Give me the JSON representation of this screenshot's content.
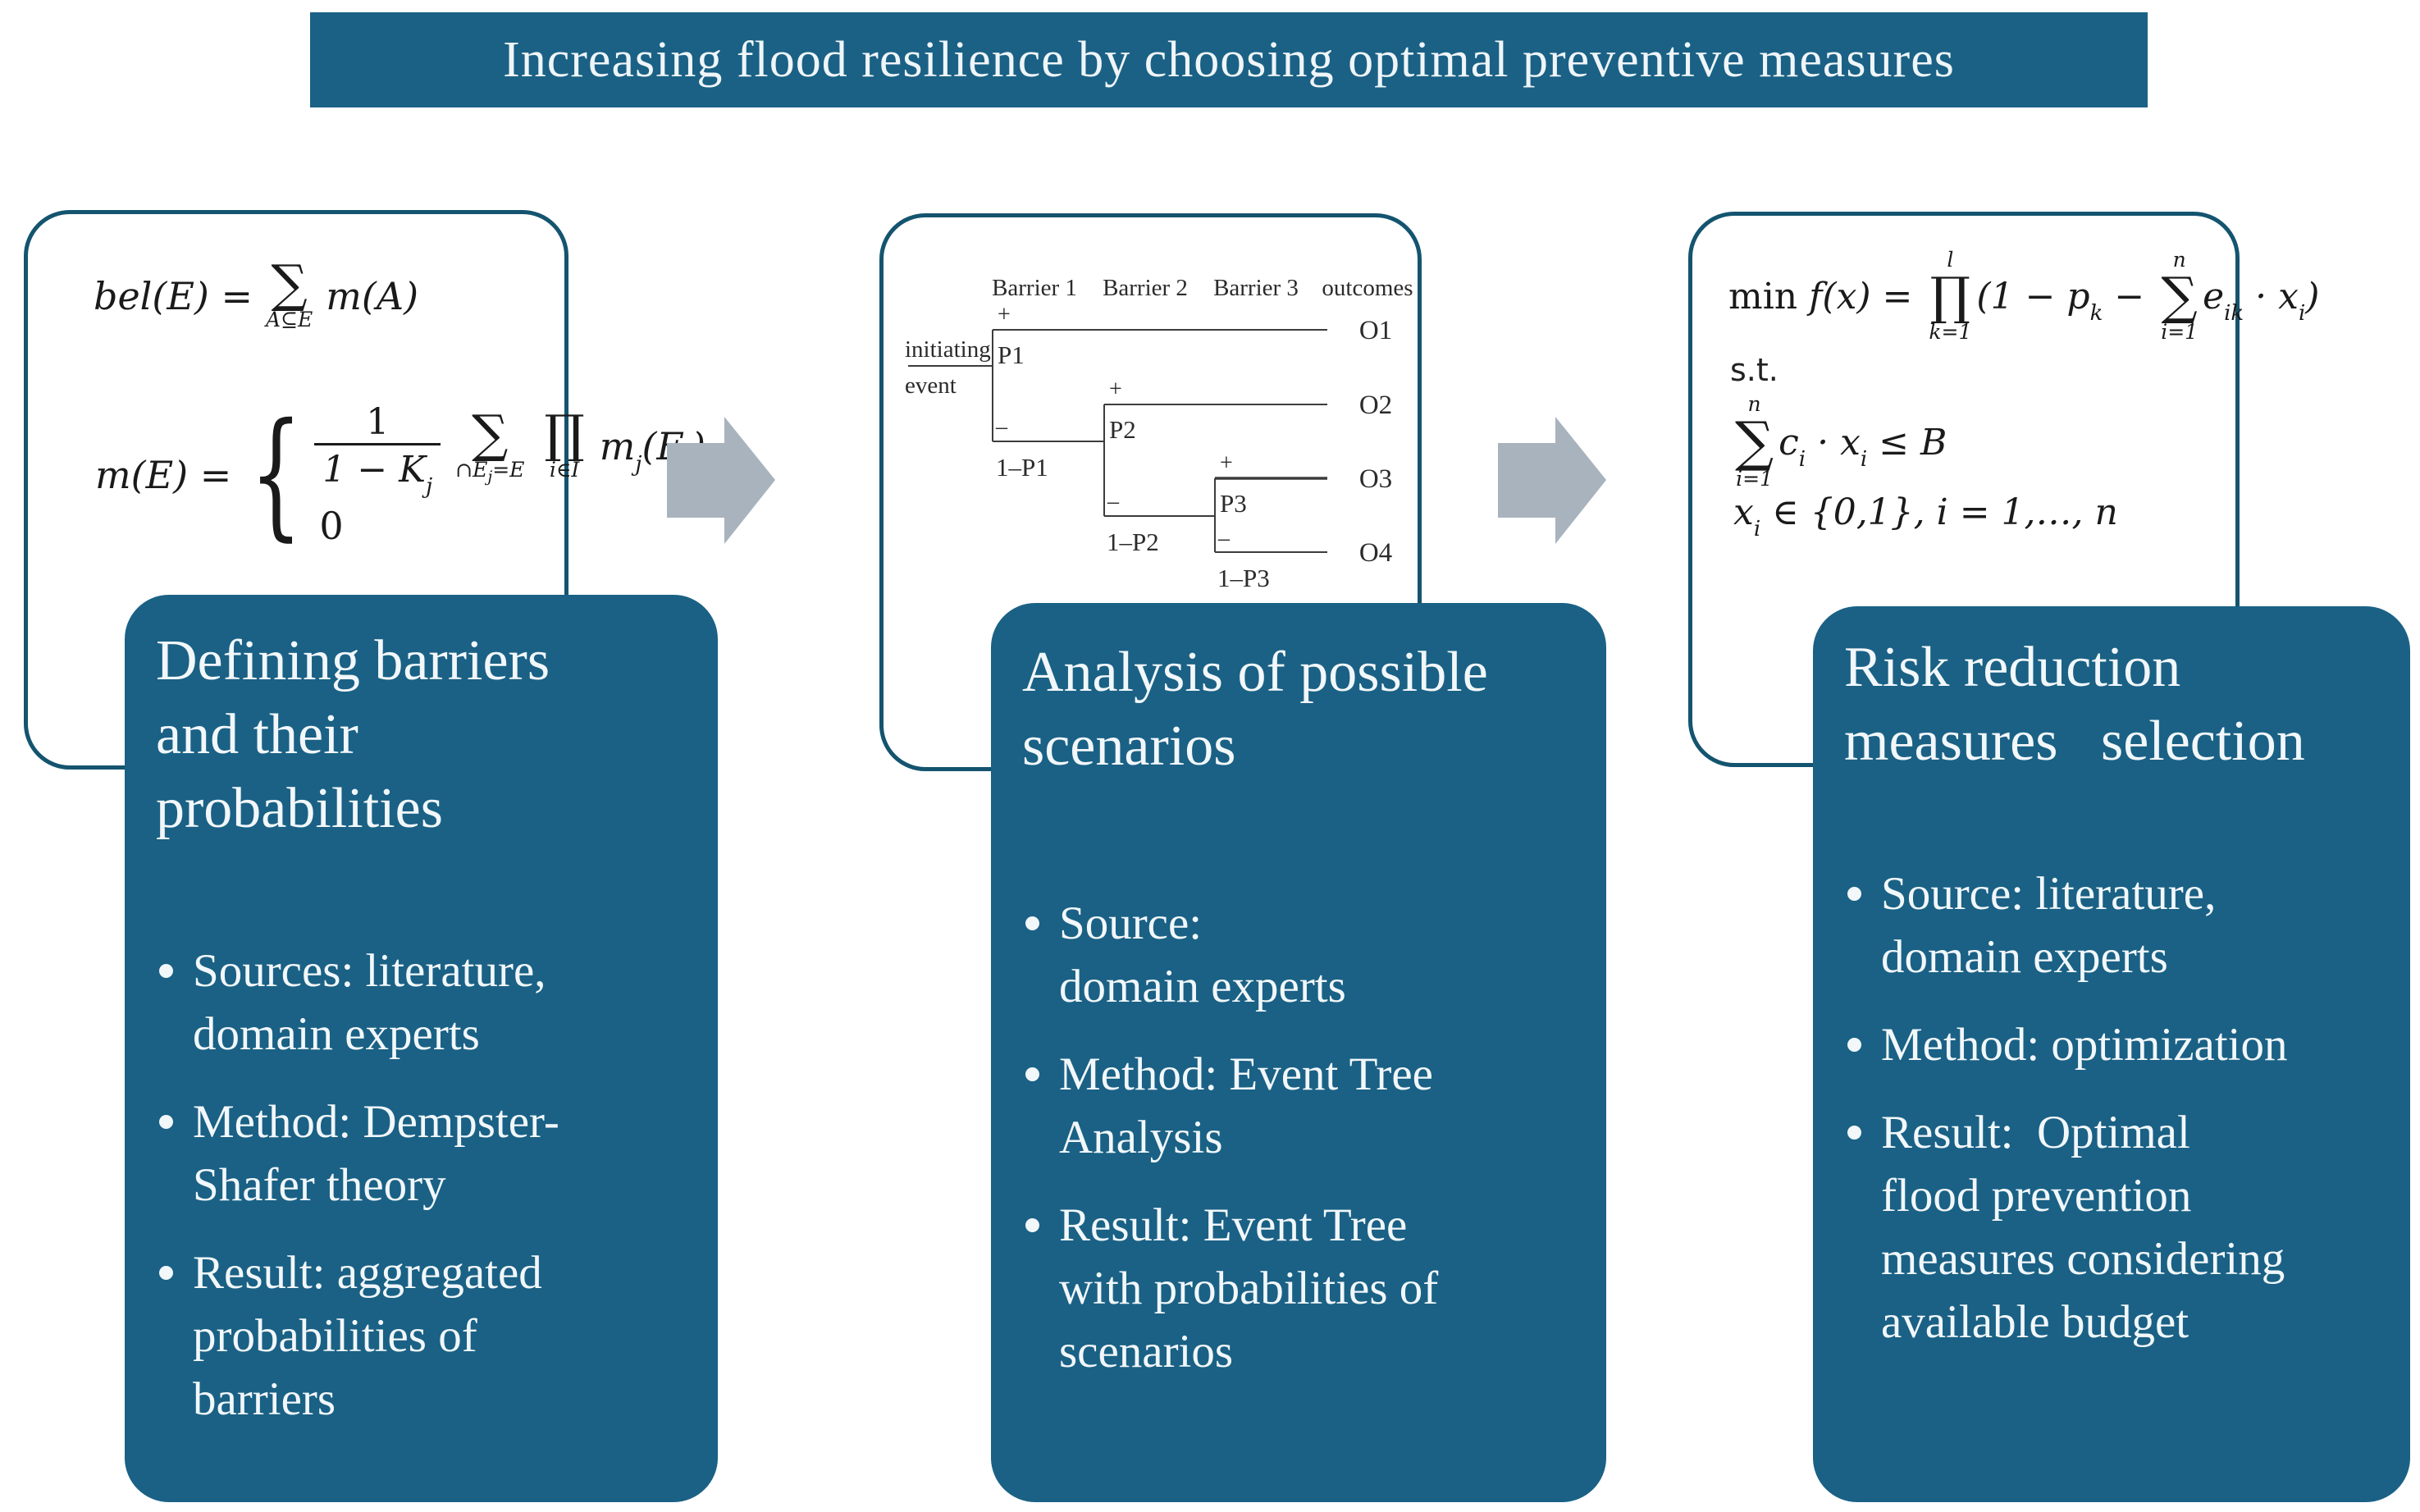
{
  "title": "Increasing flood resilience by choosing optimal preventive measures",
  "colors": {
    "teal": "#1A6185",
    "card_border": "#14546F",
    "arrow_gray": "#A8B3BD",
    "text_light": "#F2F7FA",
    "tree_line": "#3C3C3C"
  },
  "dempster": {
    "f1_lhs": "bel(E) =",
    "f1_op": "∑",
    "f1_sub": "A⊆E",
    "f1_rhs": "m(A)",
    "f2_lhs": "m(E) =",
    "f2_brace": "{",
    "f2_num": "1",
    "f2_den": "1 − K",
    "f2_den_sub": "j",
    "f2_sum": "∑",
    "f2_sum_sub_a": "∩E",
    "f2_sum_sub_b": "j",
    "f2_sum_sub_c": "=E",
    "f2_prod": "∏",
    "f2_prod_sub": "i∈I",
    "f2_term_a": "m",
    "f2_term_b": "j",
    "f2_term_c": "(E",
    "f2_term_d": "j",
    "f2_term_e": ")",
    "f2_zero": "0"
  },
  "event_tree": {
    "headers": [
      "Barrier 1",
      "Barrier 2",
      "Barrier 3",
      "outcomes"
    ],
    "initiating_line1": "initiating",
    "initiating_line2": "event",
    "plus": "+",
    "minus": "–",
    "p1": "P1",
    "p2": "P2",
    "p3": "P3",
    "q1": "1–P1",
    "q2": "1–P2",
    "q3": "1–P3",
    "o1": "O1",
    "o2": "O2",
    "o3": "O3",
    "o4": "O4"
  },
  "optimization": {
    "min": "min ",
    "fx": "f(x) = ",
    "prod": "∏",
    "prod_sup": "l",
    "prod_sub": "k=1",
    "t1": "(1 − p",
    "t1_sub": "k",
    "t2": " − ",
    "sum": "∑",
    "sum_sup": "n",
    "sum_sub": "i=1",
    "t3": "e",
    "t3_sub": "ik",
    "t4": " · x",
    "t4_sub": "i",
    "t5": ")",
    "st": "s.t.",
    "c_sum": "∑",
    "c_sup": "n",
    "c_sub": "i=1",
    "c1": "c",
    "c1_sub": "i",
    "c2": " · x",
    "c2_sub": "i",
    "c3": " ≤ B",
    "x1": "x",
    "x1_sub": "i",
    "x2": " ∈ {0,1}, i = 1,…, n"
  },
  "panels": [
    {
      "title_lines": [
        "Defining barriers",
        "and their",
        "probabilities"
      ],
      "bullets": [
        {
          "lines": [
            "Sources: literature,",
            "domain experts"
          ]
        },
        {
          "lines": [
            "Method: Dempster-",
            "Shafer theory"
          ]
        },
        {
          "lines": [
            "Result: aggregated",
            "probabilities of",
            "barriers"
          ]
        }
      ]
    },
    {
      "title_lines": [
        "Analysis of possible",
        "scenarios"
      ],
      "bullets": [
        {
          "lines": [
            "Source:",
            "domain experts"
          ]
        },
        {
          "lines": [
            "Method: Event Tree",
            "Analysis"
          ]
        },
        {
          "lines": [
            "Result: Event Tree",
            "with probabilities of",
            "scenarios"
          ]
        }
      ]
    },
    {
      "title_lines": [
        "Risk reduction",
        "measures   selection"
      ],
      "bullets": [
        {
          "lines": [
            "Source: literature,",
            "domain experts"
          ]
        },
        {
          "lines": [
            "Method: optimization"
          ]
        },
        {
          "lines": [
            "Result:  Optimal",
            "flood prevention",
            "measures considering",
            "available budget"
          ]
        }
      ]
    }
  ]
}
